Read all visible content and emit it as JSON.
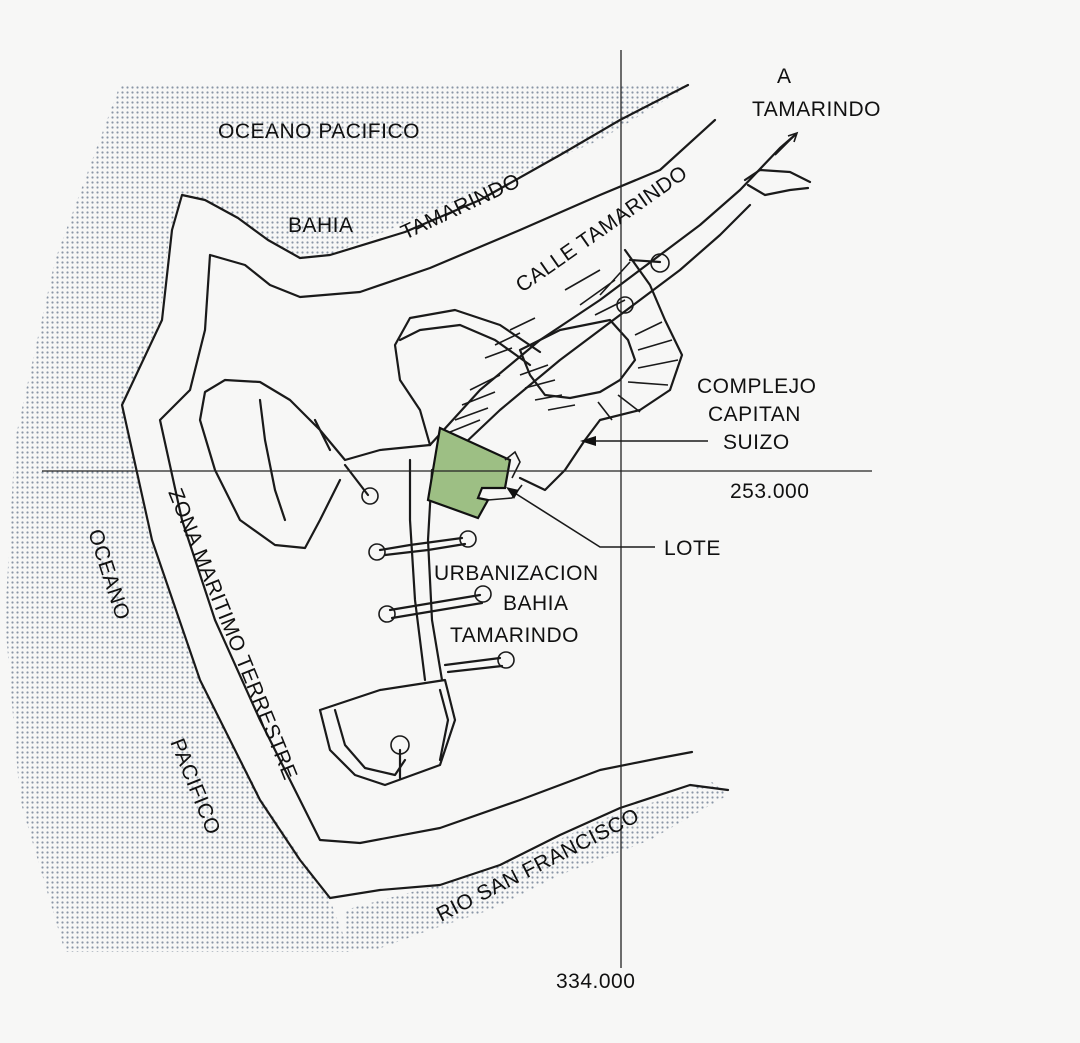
{
  "labels": {
    "ocean_pacifico_top": "OCEANO PACIFICO",
    "bahia": "BAHIA",
    "tamarindo_bay": "TAMARINDO",
    "calle_tamarindo": "CALLE TAMARINDO",
    "a": "A",
    "a_tamarindo": "TAMARINDO",
    "complejo_line1": "COMPLEJO",
    "complejo_line2": "CAPITAN",
    "complejo_line3": "SUIZO",
    "coord_east": "253.000",
    "lote": "LOTE",
    "urbanizacion_line1": "URBANIZACION",
    "urbanizacion_line2": "BAHIA",
    "urbanizacion_line3": "TAMARINDO",
    "oceano_left": "OCEANO",
    "pacifico_left": "PACIFICO",
    "zona_maritimo": "ZONA MARITIMO TERRESTRE",
    "rio_san_francisco": "RIO SAN FRANCISCO",
    "coord_north": "334.000"
  },
  "colors": {
    "background": "#f7f7f6",
    "lot_fill": "#9dbf84",
    "water_dots": "#8a96a6",
    "line": "#1a1a1a"
  }
}
